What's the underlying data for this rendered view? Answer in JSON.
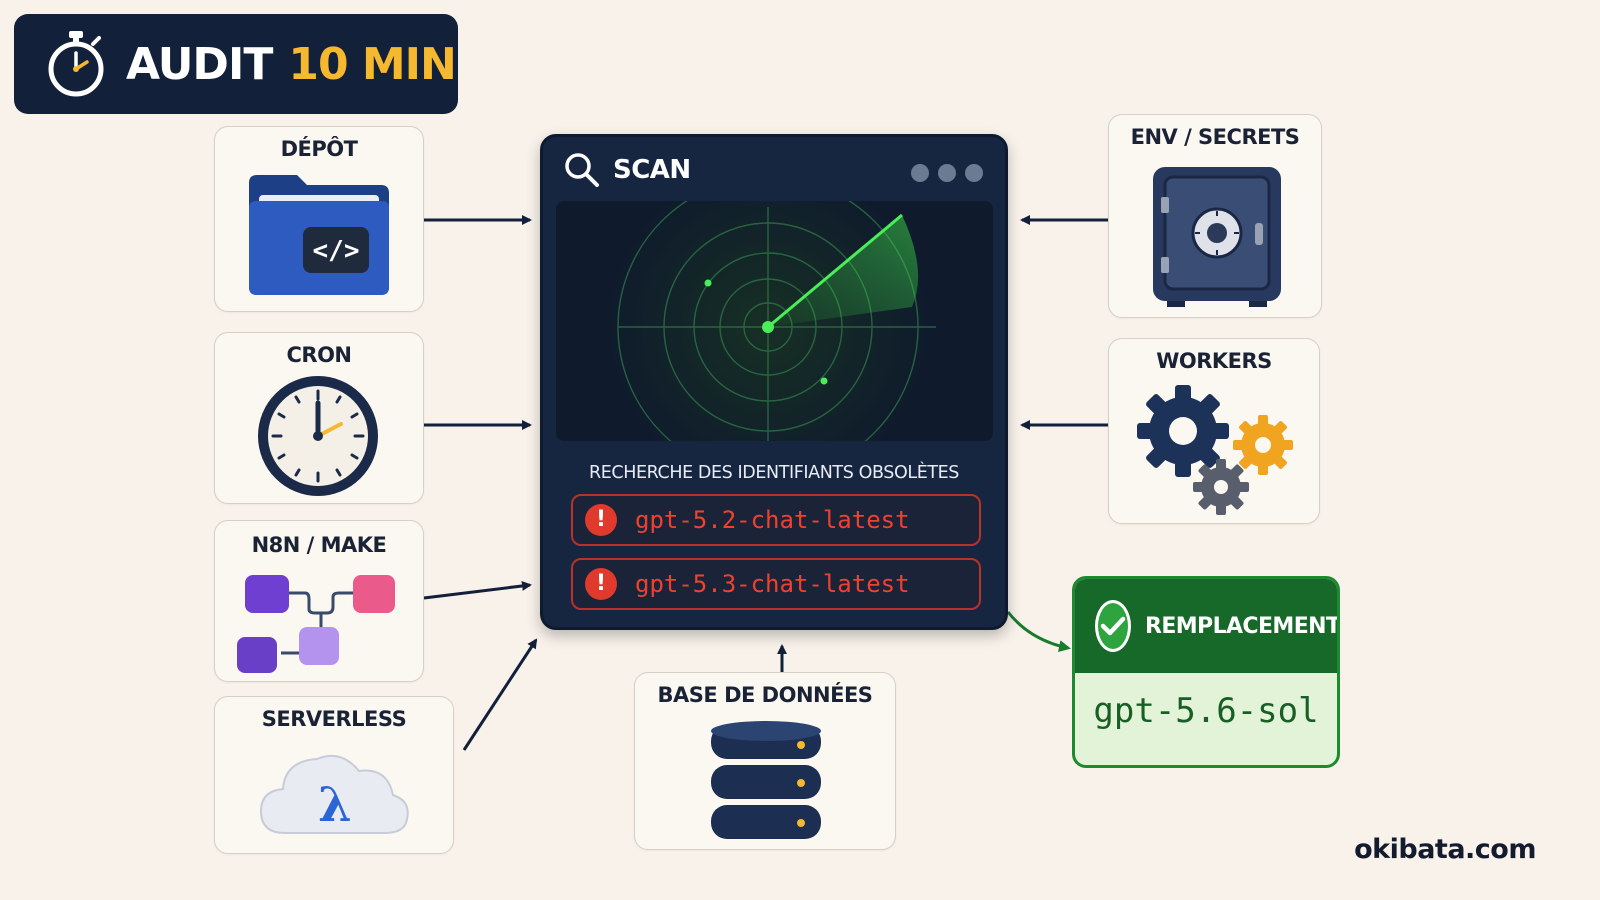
{
  "header": {
    "title_prefix": "AUDIT",
    "title_highlight": "10 MIN",
    "icon": "stopwatch-icon"
  },
  "sources": {
    "depot": {
      "label": "DÉPÔT",
      "icon": "code-folder-icon"
    },
    "cron": {
      "label": "CRON",
      "icon": "clock-icon"
    },
    "n8n": {
      "label": "N8N / MAKE",
      "icon": "workflow-nodes-icon"
    },
    "serverless": {
      "label": "SERVERLESS",
      "icon": "lambda-cloud-icon"
    },
    "database": {
      "label": "BASE DE DONNÉES",
      "icon": "database-icon"
    },
    "env": {
      "label": "ENV / SECRETS",
      "icon": "safe-icon"
    },
    "workers": {
      "label": "WORKERS",
      "icon": "gears-icon"
    }
  },
  "scan": {
    "title": "SCAN",
    "icon": "search-icon",
    "results_title": "RECHERCHE DES IDENTIFIANTS OBSOLÈTES",
    "hits": [
      {
        "text": "gpt-5.2-chat-latest",
        "icon": "alert-icon"
      },
      {
        "text": "gpt-5.3-chat-latest",
        "icon": "alert-icon"
      }
    ]
  },
  "replacement": {
    "title": "REMPLACEMENT",
    "value": "gpt-5.6-sol",
    "icon": "check-icon"
  },
  "footer": {
    "site": "okibata.com"
  },
  "colors": {
    "background": "#f8f2ea",
    "navy": "#13203a",
    "accent_yellow": "#f5b82e",
    "alert_red": "#e03a2c",
    "success_green": "#17692a",
    "radar_green": "#3ddc4a"
  }
}
